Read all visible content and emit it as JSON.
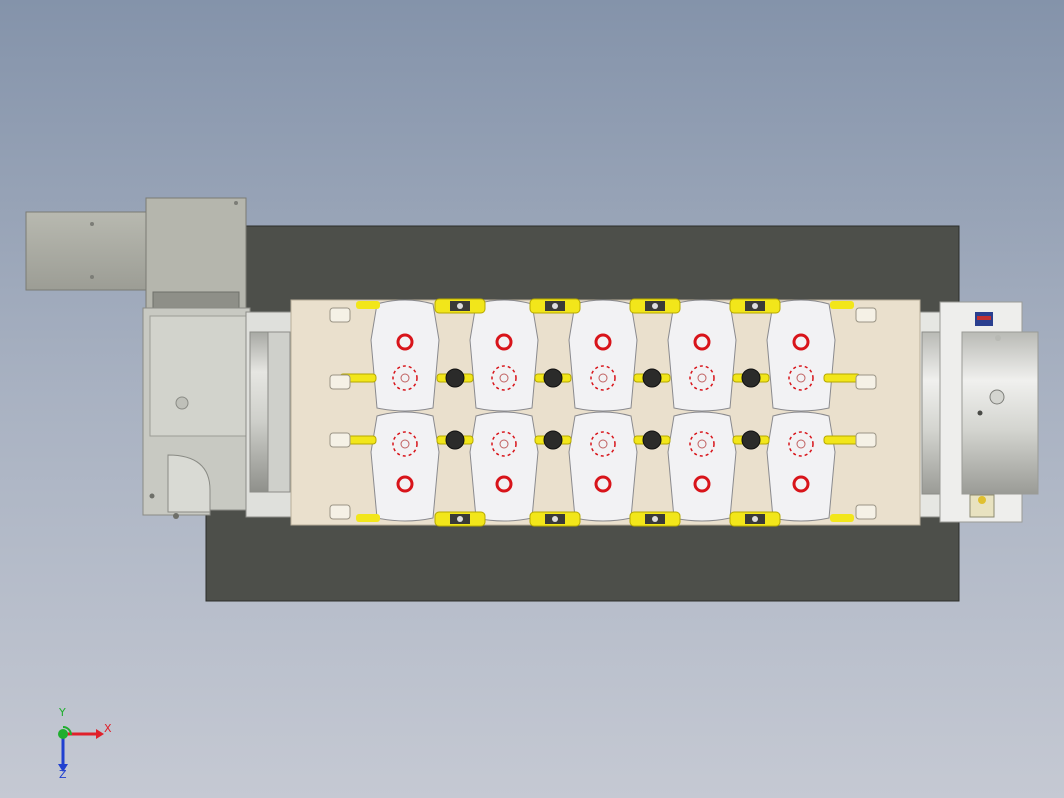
{
  "viewport": {
    "background_colors": [
      "#8493aa",
      "#c5c9d3"
    ]
  },
  "model": {
    "fixture_columns": 5,
    "fixture_rows": 2,
    "colors": {
      "base_plate": "#4d4f4a",
      "fixture_plate": "#eae0cd",
      "clamp": "#f2e61a",
      "locator": "#d8141a",
      "casting": "#f2f2f4",
      "housing": "#c9cac4",
      "motor": "#a9aaa2"
    }
  },
  "triad": {
    "x_label": "X",
    "y_label": "Y",
    "z_label": "Z",
    "x_color": "#e0202a",
    "y_color": "#1fae2e",
    "z_color": "#2040d0"
  }
}
